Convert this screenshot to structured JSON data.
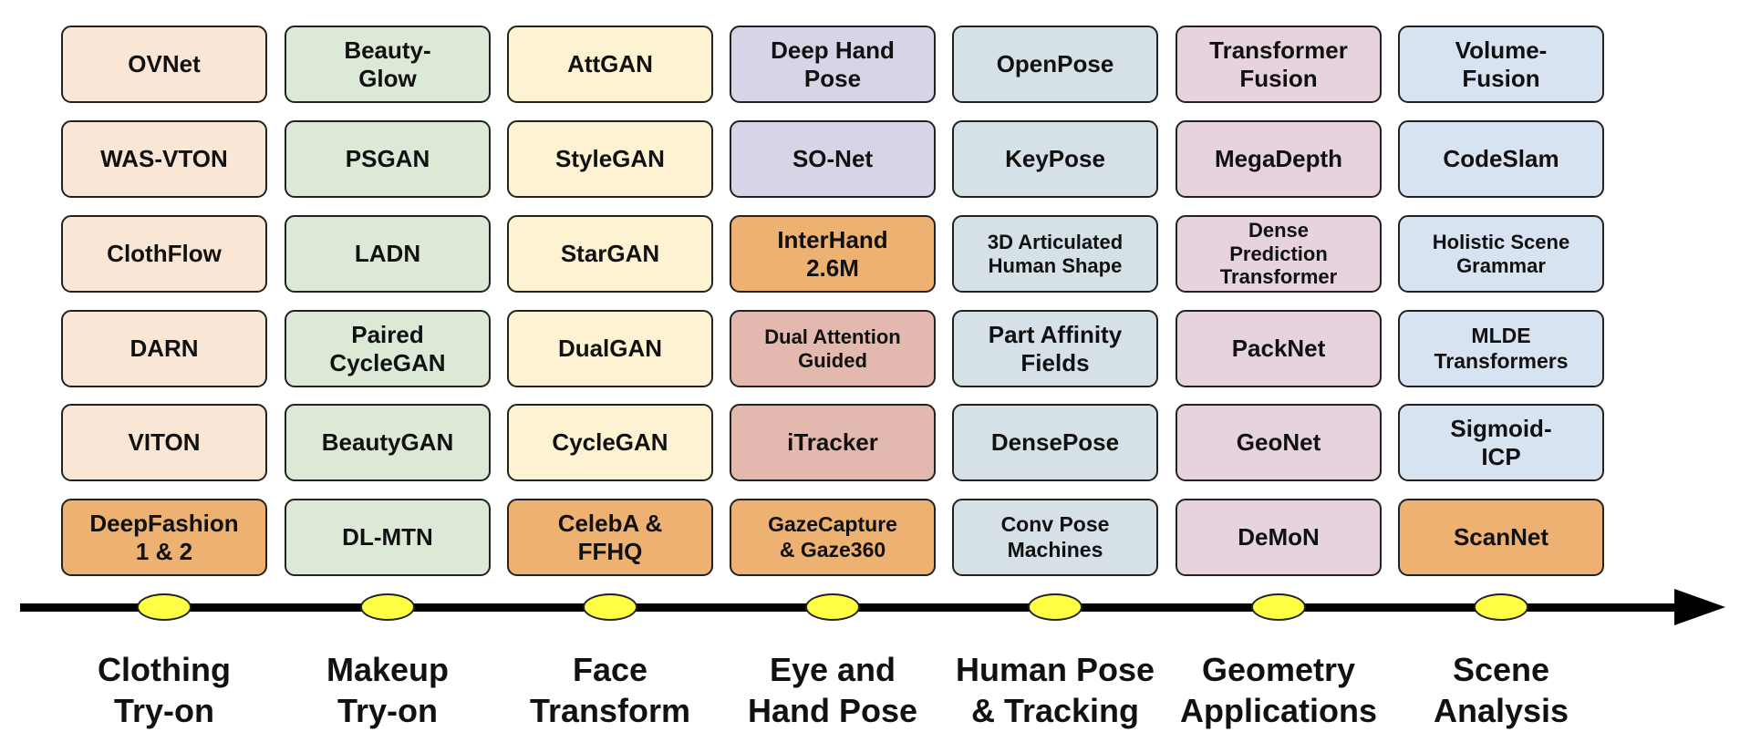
{
  "colors": {
    "axis": "#000000",
    "marker": "#ffff44",
    "dataset_highlight": "#edb172"
  },
  "columns": [
    {
      "label": "Clothing\nTry-on",
      "color": "#fae6d4",
      "items": [
        {
          "text": "OVNet"
        },
        {
          "text": "WAS-VTON"
        },
        {
          "text": "ClothFlow"
        },
        {
          "text": "DARN"
        },
        {
          "text": "VITON"
        },
        {
          "text": "DeepFashion\n1 & 2",
          "highlight": true
        }
      ]
    },
    {
      "label": "Makeup\nTry-on",
      "color": "#dce9d7",
      "items": [
        {
          "text": "Beauty-\nGlow"
        },
        {
          "text": "PSGAN"
        },
        {
          "text": "LADN"
        },
        {
          "text": "Paired\nCycleGAN"
        },
        {
          "text": "BeautyGAN"
        },
        {
          "text": "DL-MTN"
        }
      ]
    },
    {
      "label": "Face\nTransform",
      "color": "#fdf2d1",
      "items": [
        {
          "text": "AttGAN"
        },
        {
          "text": "StyleGAN"
        },
        {
          "text": "StarGAN"
        },
        {
          "text": "DualGAN"
        },
        {
          "text": "CycleGAN"
        },
        {
          "text": "CelebA &\nFFHQ",
          "highlight": true
        }
      ]
    },
    {
      "label": "Eye and\nHand Pose",
      "color": "#d9d3e8",
      "items": [
        {
          "text": "Deep Hand\nPose"
        },
        {
          "text": "SO-Net"
        },
        {
          "text": "InterHand\n2.6M",
          "highlight": true
        },
        {
          "text": "Dual Attention\nGuided",
          "color": "#e3b8ae",
          "size": "tiny"
        },
        {
          "text": "iTracker",
          "color": "#e3b8ae"
        },
        {
          "text": "GazeCapture\n& Gaze360",
          "highlight": true,
          "size": "small"
        }
      ]
    },
    {
      "label": "Human Pose\n& Tracking",
      "color": "#d5e1e6",
      "items": [
        {
          "text": "OpenPose"
        },
        {
          "text": "KeyPose"
        },
        {
          "text": "3D Articulated\nHuman Shape",
          "size": "tiny"
        },
        {
          "text": "Part Affinity\nFields"
        },
        {
          "text": "DensePose"
        },
        {
          "text": "Conv Pose\nMachines",
          "size": "small"
        }
      ]
    },
    {
      "label": "Geometry\nApplications",
      "color": "#e7d3de",
      "items": [
        {
          "text": "Transformer\nFusion"
        },
        {
          "text": "MegaDepth"
        },
        {
          "text": "Dense\nPrediction\nTransformer",
          "size": "tiny"
        },
        {
          "text": "PackNet"
        },
        {
          "text": "GeoNet"
        },
        {
          "text": "DeMoN"
        }
      ]
    },
    {
      "label": "Scene\nAnalysis",
      "color": "#d8e3f2",
      "items": [
        {
          "text": "Volume-\nFusion"
        },
        {
          "text": "CodeSlam"
        },
        {
          "text": "Holistic Scene\nGrammar",
          "size": "tiny"
        },
        {
          "text": "MLDE\nTransformers",
          "size": "small"
        },
        {
          "text": "Sigmoid-\nICP"
        },
        {
          "text": "ScanNet",
          "highlight": true
        }
      ]
    }
  ]
}
